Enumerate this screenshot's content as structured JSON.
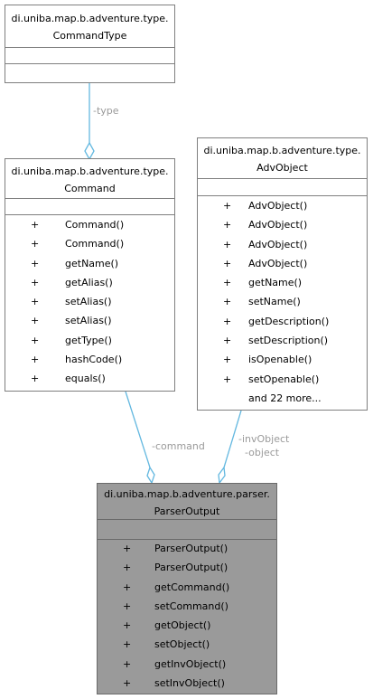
{
  "classes": {
    "command_type": {
      "title_line1": "di.uniba.map.b.adventure.type.",
      "title_line2": "CommandType"
    },
    "command": {
      "title_line1": "di.uniba.map.b.adventure.type.",
      "title_line2": "Command",
      "operations": [
        {
          "vis": "+",
          "name": "Command()"
        },
        {
          "vis": "+",
          "name": "Command()"
        },
        {
          "vis": "+",
          "name": "getName()"
        },
        {
          "vis": "+",
          "name": "getAlias()"
        },
        {
          "vis": "+",
          "name": "setAlias()"
        },
        {
          "vis": "+",
          "name": "setAlias()"
        },
        {
          "vis": "+",
          "name": "getType()"
        },
        {
          "vis": "+",
          "name": "hashCode()"
        },
        {
          "vis": "+",
          "name": "equals()"
        }
      ]
    },
    "adv_object": {
      "title_line1": "di.uniba.map.b.adventure.type.",
      "title_line2": "AdvObject",
      "operations": [
        {
          "vis": "+",
          "name": "AdvObject()"
        },
        {
          "vis": "+",
          "name": "AdvObject()"
        },
        {
          "vis": "+",
          "name": "AdvObject()"
        },
        {
          "vis": "+",
          "name": "AdvObject()"
        },
        {
          "vis": "+",
          "name": "getName()"
        },
        {
          "vis": "+",
          "name": "setName()"
        },
        {
          "vis": "+",
          "name": "getDescription()"
        },
        {
          "vis": "+",
          "name": "setDescription()"
        },
        {
          "vis": "+",
          "name": "isOpenable()"
        },
        {
          "vis": "+",
          "name": "setOpenable()"
        }
      ],
      "more": "and 22 more..."
    },
    "parser_output": {
      "title_line1": "di.uniba.map.b.adventure.parser.",
      "title_line2": "ParserOutput",
      "operations": [
        {
          "vis": "+",
          "name": "ParserOutput()"
        },
        {
          "vis": "+",
          "name": "ParserOutput()"
        },
        {
          "vis": "+",
          "name": "getCommand()"
        },
        {
          "vis": "+",
          "name": "setCommand()"
        },
        {
          "vis": "+",
          "name": "getObject()"
        },
        {
          "vis": "+",
          "name": "setObject()"
        },
        {
          "vis": "+",
          "name": "getInvObject()"
        },
        {
          "vis": "+",
          "name": "setInvObject()"
        }
      ]
    }
  },
  "relations": {
    "type_label": "-type",
    "command_label": "-command",
    "invobject_label": "-invObject",
    "object_label": "-object"
  },
  "colors": {
    "edge": "#63b8e0",
    "label": "#9a9a9a",
    "highlight_fill": "#9a9a9a"
  }
}
